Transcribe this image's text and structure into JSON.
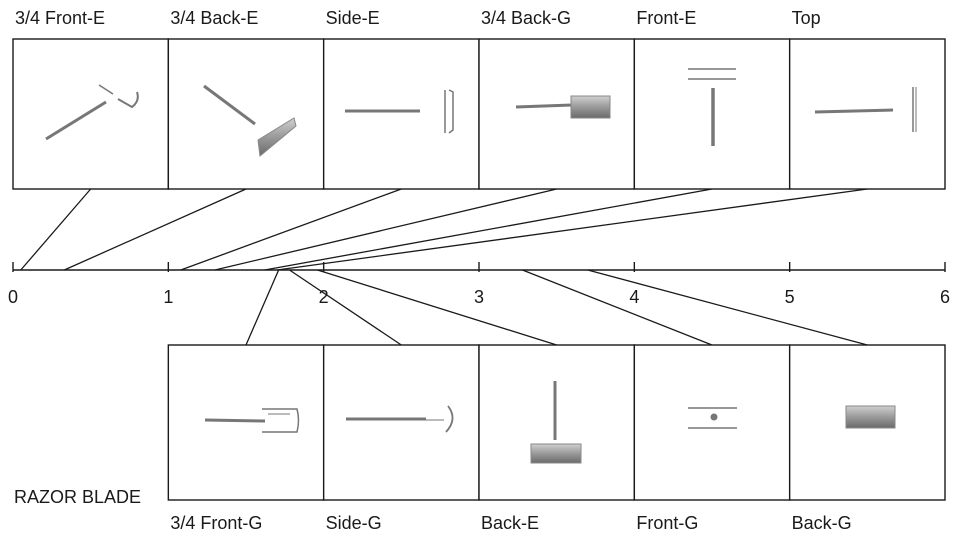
{
  "axis": {
    "min": 0,
    "max": 6,
    "ticks": [
      0,
      1,
      2,
      3,
      4,
      5,
      6
    ]
  },
  "top_views": [
    {
      "label": "3/4 Front-E",
      "at": 0.5
    },
    {
      "label": "3/4 Back-E",
      "at": 1.5
    },
    {
      "label": "Side-E",
      "at": 2.5
    },
    {
      "label": "3/4 Back-G",
      "at": 3.5
    },
    {
      "label": "Front-E",
      "at": 4.5
    },
    {
      "label": "Top",
      "at": 5.5
    }
  ],
  "bottom_views": [
    {
      "label": "3/4 Front-G",
      "at": 1.5
    },
    {
      "label": "Side-G",
      "at": 2.5
    },
    {
      "label": "Back-E",
      "at": 3.5
    },
    {
      "label": "Front-G",
      "at": 4.5
    },
    {
      "label": "Back-G",
      "at": 5.5
    }
  ],
  "connectors": [
    {
      "view": "3/4 Front-E",
      "axis_value": 0.05
    },
    {
      "view": "3/4 Back-E",
      "axis_value": 0.33
    },
    {
      "view": "Side-E",
      "axis_value": 1.08
    },
    {
      "view": "3/4 Back-G",
      "axis_value": 1.3
    },
    {
      "view": "Front-E",
      "axis_value": 1.62
    },
    {
      "view": "Top",
      "axis_value": 1.7
    },
    {
      "view": "3/4 Front-G",
      "axis_value": 1.71
    },
    {
      "view": "Side-G",
      "axis_value": 1.78
    },
    {
      "view": "Back-E",
      "axis_value": 1.96
    },
    {
      "view": "Front-G",
      "axis_value": 3.28
    },
    {
      "view": "Back-G",
      "axis_value": 3.7
    }
  ],
  "object_label": "RAZOR BLADE",
  "colors": {
    "ink": "#1a1a1a",
    "metal_dark": "#6f6f6f",
    "metal_light": "#c8c8c8"
  }
}
